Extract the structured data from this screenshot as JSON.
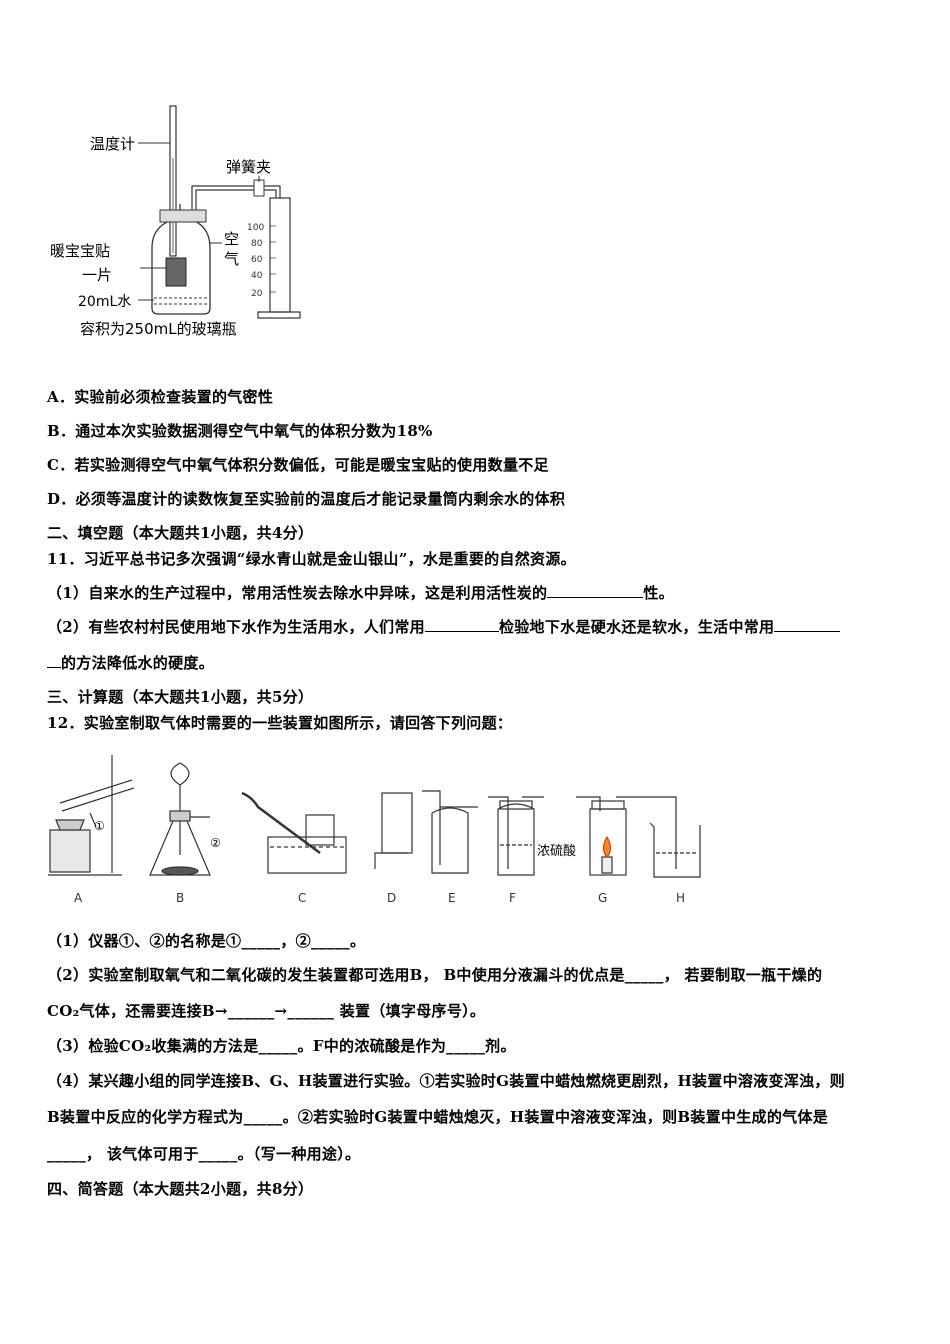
{
  "figure1": {
    "label_thermometer": "温度计",
    "label_clip": "弹簧夹",
    "label_warmer_1": "暖宝宝贴",
    "label_warmer_2": "一片",
    "label_air_1": "空",
    "label_air_2": "气",
    "label_water": "20mL水",
    "label_bottle": "容积为250mL的玻璃瓶",
    "scale_marks": [
      "100",
      "80",
      "60",
      "40",
      "20"
    ]
  },
  "options": {
    "A": "A．实验前必须检查装置的气密性",
    "B": "B．通过本次实验数据测得空气中氧气的体积分数为18%",
    "C": "C．若实验测得空气中氧气体积分数偏低，可能是暖宝宝贴的使用数量不足",
    "D": "D．必须等温度计的读数恢复至实验前的温度后才能记录量筒内剩余水的体积"
  },
  "section2": "二、填空题（本大题共1小题，共4分）",
  "q11": {
    "stem": "11．习近平总书记多次强调“绿水青山就是金山银山”，水是重要的自然资源。",
    "p1_a": "（1）自来水的生产过程中，常用活性炭去除水中异味，这是利用活性炭的",
    "p1_b": "性。",
    "p2_a": "（2）有些农村村民使用地下水作为生活用水，人们常用",
    "p2_b": "检验地下水是硬水还是软水，生活中常用",
    "p2_c": "的方法降低水的硬度。"
  },
  "section3": "三、计算题（本大题共1小题，共5分）",
  "q12": {
    "stem": "12．实验室制取气体时需要的一些装置如图所示，请回答下列问题：",
    "apparatus_labels": [
      "A",
      "B",
      "C",
      "D",
      "E",
      "F",
      "G",
      "H"
    ],
    "marker_1": "①",
    "marker_2": "②",
    "acid_label": "浓硫酸",
    "p1": "（1）仪器①、②的名称是①_____，②_____。",
    "p2_a": "（2）实验室制取氧气和二氧化碳的发生装置都可选用B， B中使用分液漏斗的优点是_____， 若要制取一瓶干燥的",
    "p2_b": "CO₂气体，还需要连接B→______→______ 装置（填字母序号）。",
    "p3": "（3）检验CO₂收集满的方法是_____。F中的浓硫酸是作为_____剂。",
    "p4_a": "（4）某兴趣小组的同学连接B、G、H装置进行实验。①若实验时G装置中蜡烛燃烧更剧烈，H装置中溶液变浑浊，则",
    "p4_b": "B装置中反应的化学方程式为_____。②若实验时G装置中蜡烛熄灭，H装置中溶液变浑浊，则B装置中生成的气体是",
    "p4_c": "_____， 该气体可用于_____。（写一种用途）。"
  },
  "section4": "四、简答题（本大题共2小题，共8分）"
}
